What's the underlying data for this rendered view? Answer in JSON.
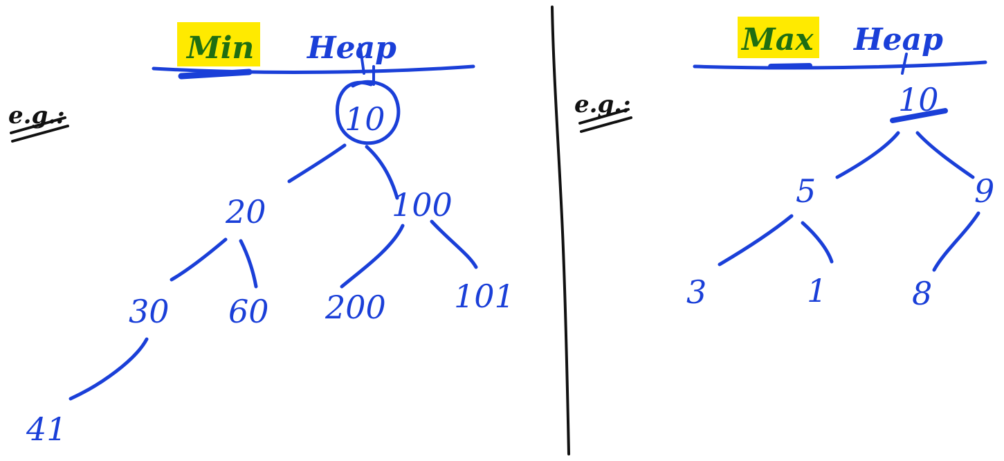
{
  "colors": {
    "ink": "#1a3fd8",
    "highlight": "#ffea00",
    "title_green": "#1f6e12",
    "divider": "#111111",
    "background": "#ffffff"
  },
  "min_heap": {
    "title_word1": "Min",
    "title_word2": "Heap",
    "eg_label": "e.g.:",
    "nodes": {
      "root": "10",
      "l": "20",
      "r": "100",
      "ll": "30",
      "lr": "60",
      "rl": "200",
      "rr": "101",
      "lll": "41"
    }
  },
  "max_heap": {
    "title_word1": "Max",
    "title_word2": "Heap",
    "eg_label": "e.g.:",
    "nodes": {
      "root": "10",
      "l": "5",
      "r": "9",
      "ll": "3",
      "lr": "1",
      "rl": "8"
    }
  }
}
